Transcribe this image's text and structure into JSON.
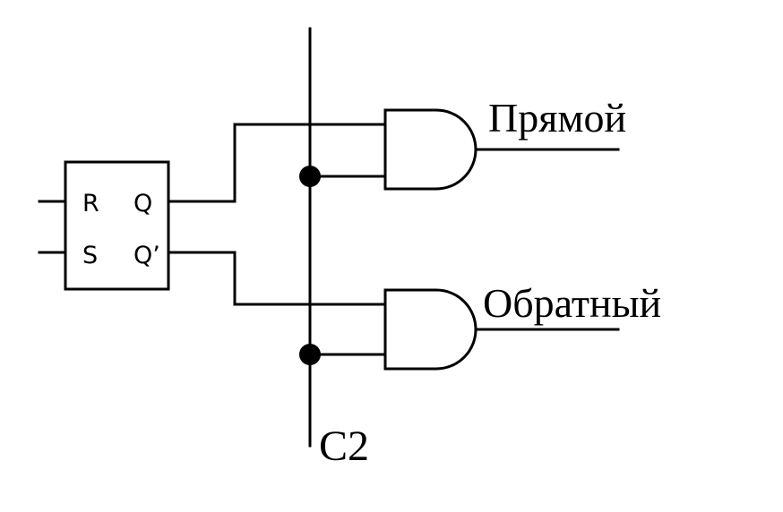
{
  "flipflop": {
    "pins": {
      "r": "R",
      "s": "S",
      "q": "Q",
      "q_inv": "Q’"
    }
  },
  "outputs": {
    "direct": "Прямой",
    "inverse": "Обратный"
  },
  "clock": {
    "label": "C2"
  },
  "colors": {
    "line": "#000000",
    "background": "#ffffff"
  }
}
